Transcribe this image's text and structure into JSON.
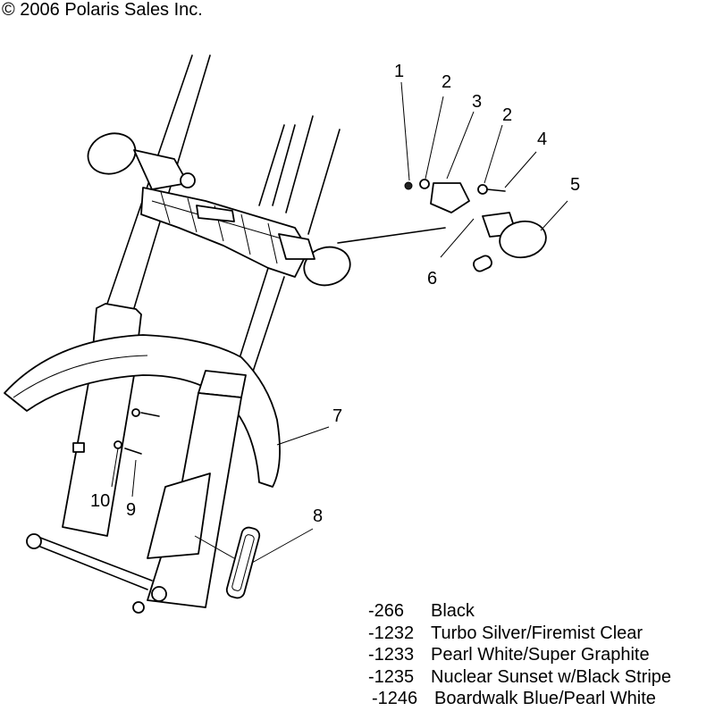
{
  "copyright": "© 2006 Polaris Sales Inc.",
  "callouts": [
    "1",
    "2",
    "3",
    "2",
    "4",
    "5",
    "6",
    "7",
    "8",
    "10",
    "9"
  ],
  "legend": [
    {
      "code": "-266",
      "desc": "Black"
    },
    {
      "code": "-1232",
      "desc": "Turbo Silver/Firemist Clear"
    },
    {
      "code": "-1233",
      "desc": "Pearl White/Super Graphite"
    },
    {
      "code": "-1235",
      "desc": "Nuclear Sunset w/Black Stripe"
    },
    {
      "code": "-1246",
      "desc": "Boardwalk Blue/Pearl White"
    }
  ]
}
